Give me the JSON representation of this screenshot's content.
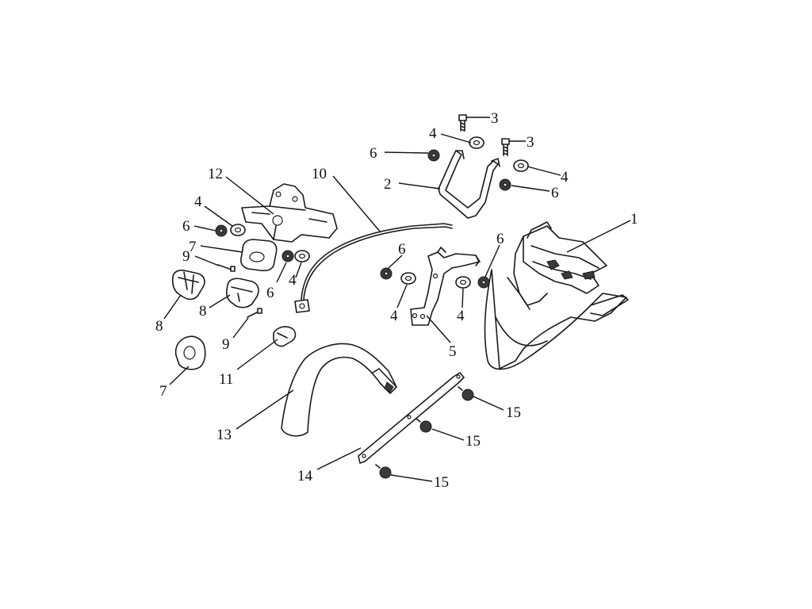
{
  "callouts": {
    "p1": "1",
    "p2": "2",
    "p3a": "3",
    "p3b": "3",
    "p4a": "4",
    "p4b": "4",
    "p4c": "4",
    "p4d": "4",
    "p4e": "4",
    "p4f": "4",
    "p5": "5",
    "p6a": "6",
    "p6b": "6",
    "p6c": "6",
    "p6d": "6",
    "p6e": "6",
    "p6f": "6",
    "p7a": "7",
    "p7b": "7",
    "p8a": "8",
    "p8b": "8",
    "p9a": "9",
    "p9b": "9",
    "p10": "10",
    "p11": "11",
    "p12": "12",
    "p13": "13",
    "p14": "14",
    "p15a": "15",
    "p15b": "15",
    "p15c": "15"
  },
  "colors": {
    "line": "#1a1a1a",
    "background": "#ffffff"
  }
}
